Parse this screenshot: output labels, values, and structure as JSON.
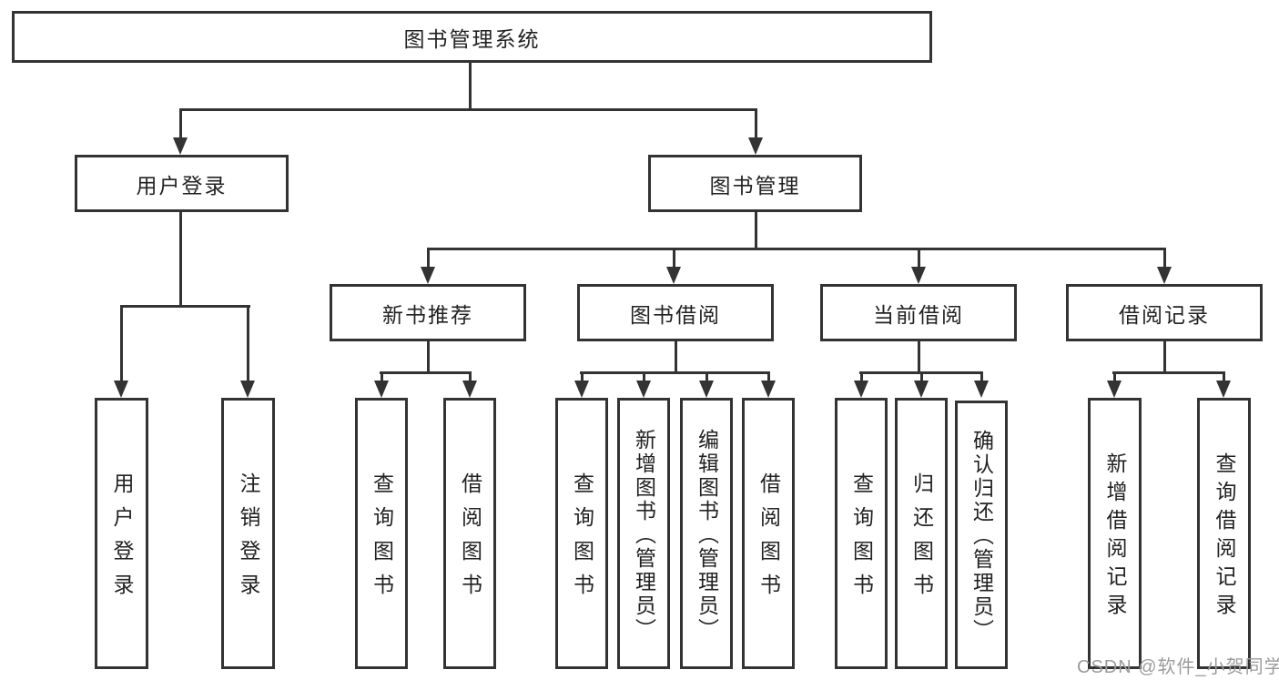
{
  "tree": {
    "root": {
      "label": "图书管理系统",
      "children": [
        {
          "label": "用户登录",
          "children": [
            {
              "label": "用户登录"
            },
            {
              "label": "注销登录"
            }
          ]
        },
        {
          "label": "图书管理",
          "children": [
            {
              "label": "新书推荐",
              "children": [
                {
                  "label": "查询图书"
                },
                {
                  "label": "借阅图书"
                }
              ]
            },
            {
              "label": "图书借阅",
              "children": [
                {
                  "label": "查询图书"
                },
                {
                  "label": "新增图书（管理员）"
                },
                {
                  "label": "编辑图书（管理员）"
                },
                {
                  "label": "借阅图书"
                }
              ]
            },
            {
              "label": "当前借阅",
              "children": [
                {
                  "label": "查询图书"
                },
                {
                  "label": "归还图书"
                },
                {
                  "label": "确认归还（管理员）"
                }
              ]
            },
            {
              "label": "借阅记录",
              "children": [
                {
                  "label": "新增借阅记录"
                },
                {
                  "label": "查询借阅记录"
                }
              ]
            }
          ]
        }
      ]
    }
  },
  "watermark": "CSDN @软件_小贺同学",
  "colors": {
    "line": "#333333",
    "text": "#222222",
    "watermark_text": "#9c9c9c",
    "background": "#ffffff"
  }
}
